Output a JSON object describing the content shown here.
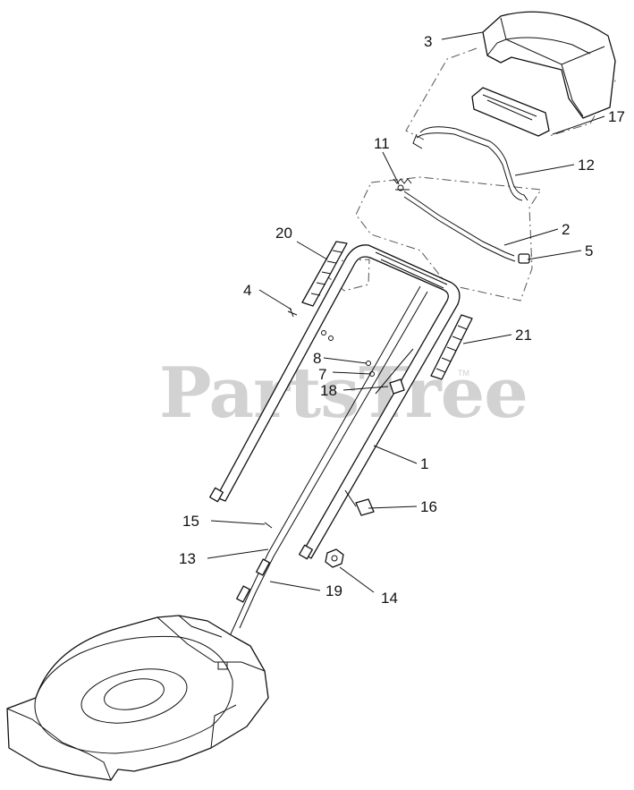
{
  "watermark": {
    "text": "PartsTree",
    "trademark": "TM"
  },
  "callouts": [
    {
      "id": "callout-3",
      "label": "3"
    },
    {
      "id": "callout-17",
      "label": "17"
    },
    {
      "id": "callout-11",
      "label": "11"
    },
    {
      "id": "callout-12",
      "label": "12"
    },
    {
      "id": "callout-2",
      "label": "2"
    },
    {
      "id": "callout-5",
      "label": "5"
    },
    {
      "id": "callout-20",
      "label": "20"
    },
    {
      "id": "callout-4",
      "label": "4"
    },
    {
      "id": "callout-21",
      "label": "21"
    },
    {
      "id": "callout-8",
      "label": "8"
    },
    {
      "id": "callout-7",
      "label": "7"
    },
    {
      "id": "callout-18",
      "label": "18"
    },
    {
      "id": "callout-1",
      "label": "1"
    },
    {
      "id": "callout-16",
      "label": "16"
    },
    {
      "id": "callout-15",
      "label": "15"
    },
    {
      "id": "callout-13",
      "label": "13"
    },
    {
      "id": "callout-19",
      "label": "19"
    },
    {
      "id": "callout-14",
      "label": "14"
    }
  ]
}
